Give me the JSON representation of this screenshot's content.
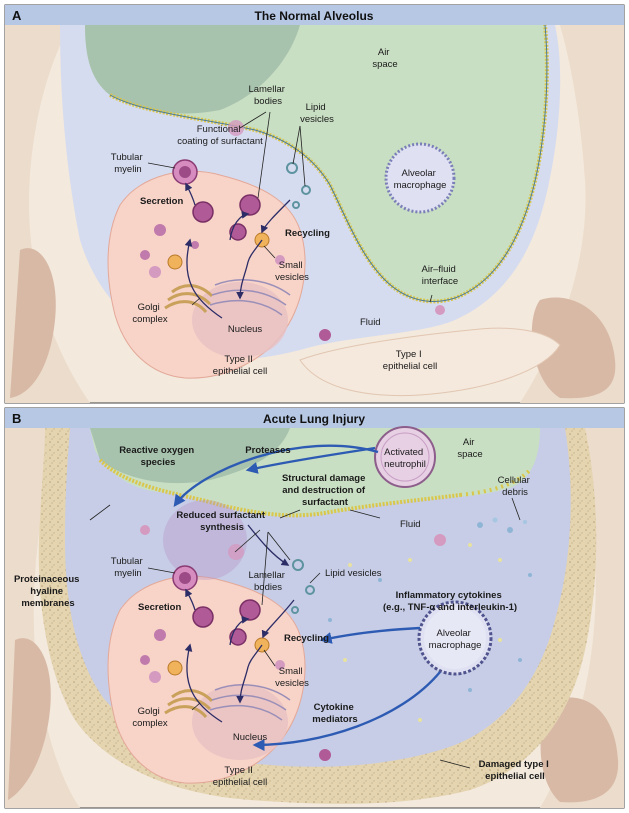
{
  "panel_a": {
    "letter": "A",
    "title": "The Normal Alveolus",
    "labels": {
      "air_space": [
        "Air",
        "space"
      ],
      "lamellar_bodies": [
        "Lamellar",
        "bodies"
      ],
      "lipid_vesicles": [
        "Lipid",
        "vesicles"
      ],
      "functional_coating": [
        "Functional",
        "coating of surfactant"
      ],
      "tubular_myelin": [
        "Tubular",
        "myelin"
      ],
      "alveolar_macrophage": [
        "Alveolar",
        "macrophage"
      ],
      "secretion": "Secretion",
      "recycling": "Recycling",
      "small_vesicles": [
        "Small",
        "vesicles"
      ],
      "air_fluid_interface": [
        "Air–fluid",
        "interface"
      ],
      "golgi_complex": [
        "Golgi",
        "complex"
      ],
      "nucleus": "Nucleus",
      "fluid": "Fluid",
      "type_ii_cell": [
        "Type II",
        "epithelial cell"
      ],
      "type_i_cell": [
        "Type I",
        "epithelial cell"
      ]
    }
  },
  "panel_b": {
    "letter": "B",
    "title": "Acute Lung Injury",
    "labels": {
      "reactive_oxygen": [
        "Reactive oxygen",
        "species"
      ],
      "proteases": "Proteases",
      "activated_neutrophil": [
        "Activated",
        "neutrophil"
      ],
      "air_space": [
        "Air",
        "space"
      ],
      "structural_damage": [
        "Structural damage",
        "and destruction of",
        "surfactant"
      ],
      "cellular_debris": [
        "Cellular",
        "debris"
      ],
      "reduced_synthesis": [
        "Reduced surfactant",
        "synthesis"
      ],
      "tubular_myelin": [
        "Tubular",
        "myelin"
      ],
      "fluid": "Fluid",
      "lipid_vesicles": "Lipid vesicles",
      "proteinaceous": [
        "Proteinaceous",
        "hyaline",
        "membranes"
      ],
      "lamellar_bodies": [
        "Lamellar",
        "bodies"
      ],
      "secretion": "Secretion",
      "inflammatory_cytokines": [
        "Inflammatory cytokines",
        "(e.g., TNF-α and interleukin-1)"
      ],
      "recycling": "Recycling",
      "alveolar_macrophage": [
        "Alveolar",
        "macrophage"
      ],
      "small_vesicles": [
        "Small",
        "vesicles"
      ],
      "cytokine_mediators": [
        "Cytokine",
        "mediators"
      ],
      "golgi_complex": [
        "Golgi",
        "complex"
      ],
      "nucleus": "Nucleus",
      "type_ii_cell": [
        "Type II",
        "epithelial cell"
      ],
      "damaged_type_i": [
        "Damaged type I",
        "epithelial cell"
      ]
    }
  },
  "colors": {
    "title_bar": "#b6c8e4",
    "tissue": "#f2e6d8",
    "air_space": "#c9dfc3",
    "fluid": "#d6dcef",
    "type_ii_cell": "#f7d3c8",
    "lamellar_body": "#b05a97",
    "neutrophil": "#e7cfe4",
    "macrophage": "#dfe0f2",
    "hyaline": "#e4d4b0",
    "blue_arrow": "#2d5bb3"
  }
}
